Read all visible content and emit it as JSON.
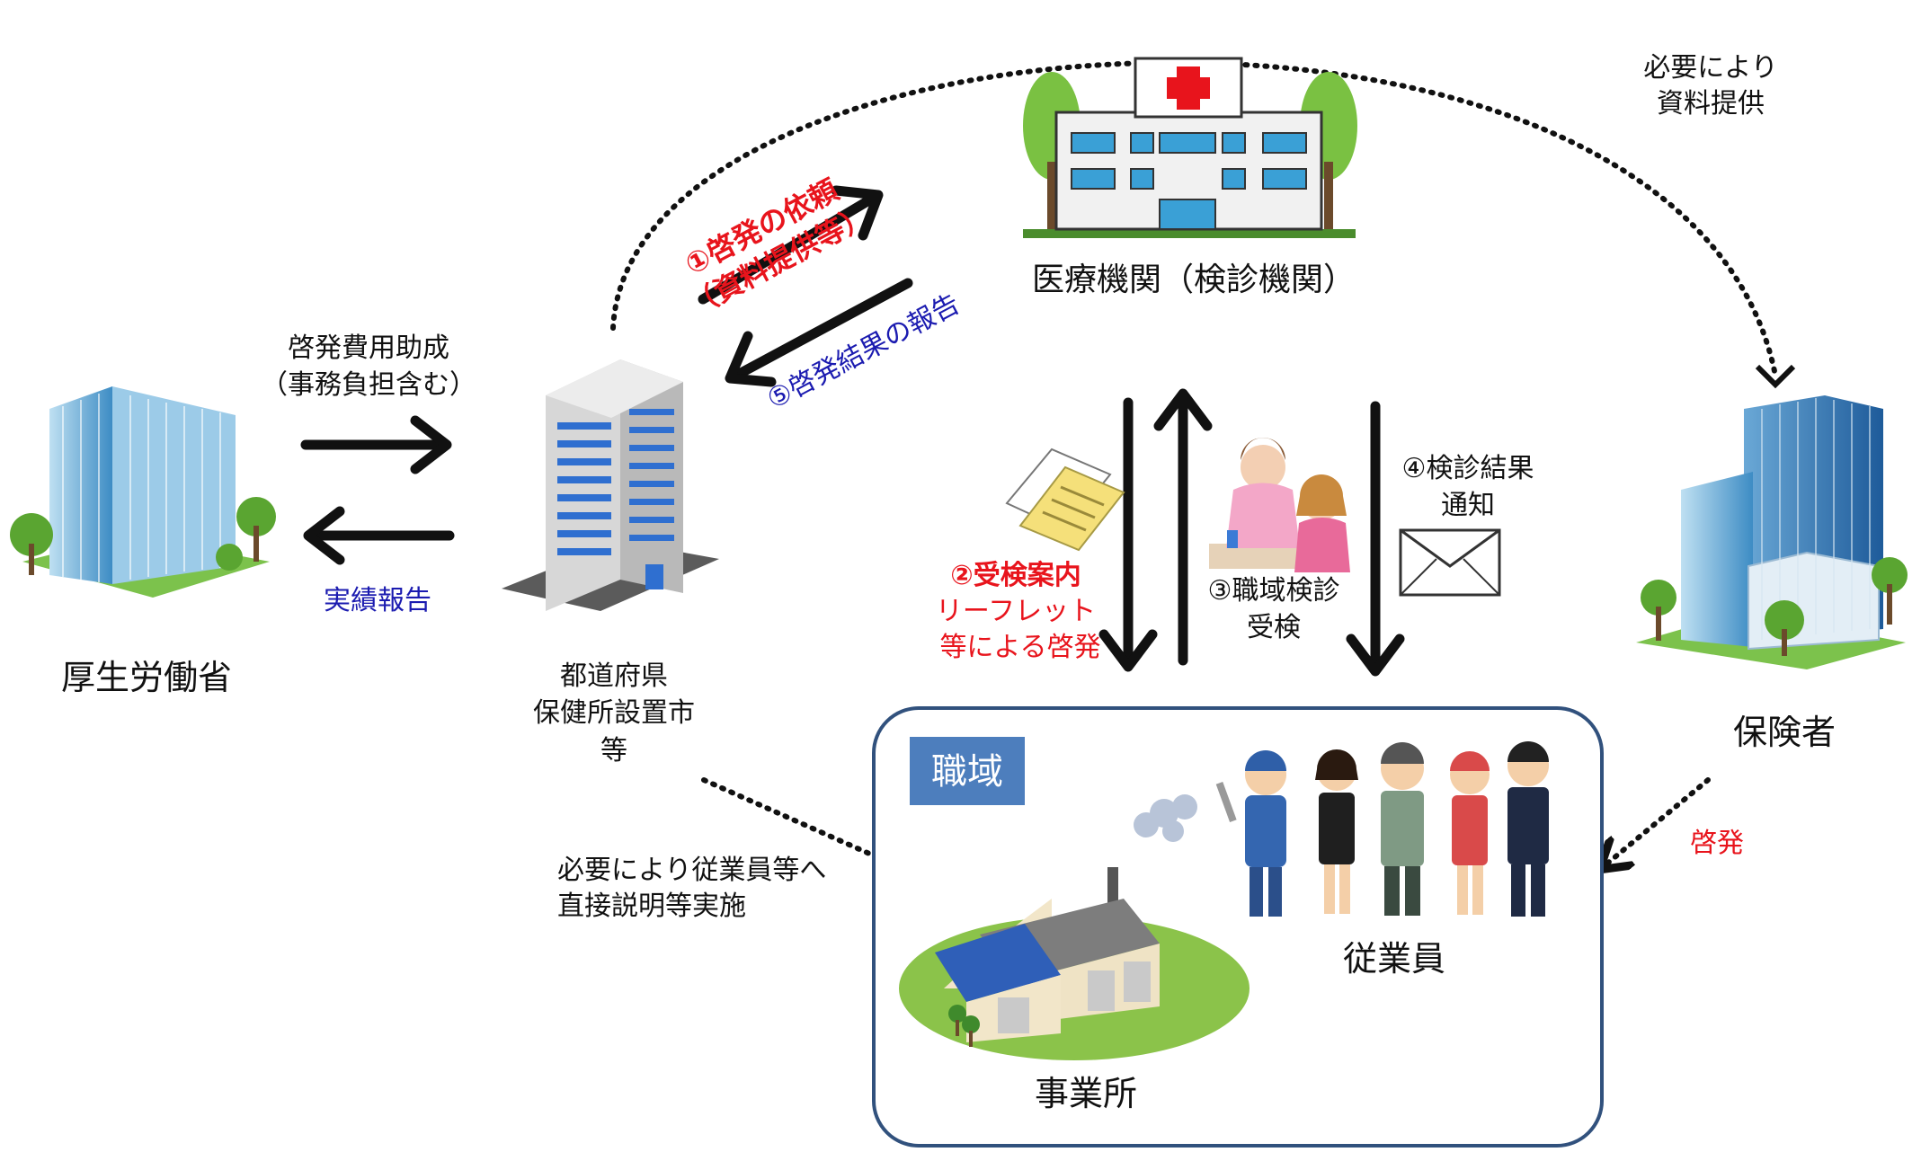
{
  "nodes": {
    "mhlw": {
      "label": "厚生労働省"
    },
    "prefecture": {
      "line1": "都道府県",
      "line2": "保健所設置市",
      "line3": "等"
    },
    "hospital": {
      "label": "医療機関（検診機関）"
    },
    "insurer": {
      "label": "保険者"
    },
    "workplace": {
      "badge": "職域"
    },
    "office": {
      "label": "事業所"
    },
    "employees": {
      "label": "従業員"
    }
  },
  "flows": {
    "subsidy": {
      "line1": "啓発費用助成",
      "line2": "（事務負担含む）"
    },
    "performance_report": {
      "label": "実績報告"
    },
    "request": {
      "line1": "①啓発の依頼",
      "line2": "（資料提供等）"
    },
    "result_report": {
      "label": "⑤啓発結果の報告"
    },
    "guidance": {
      "line1": "②受検案内",
      "line2": "リーフレット",
      "line3": "等による啓発"
    },
    "screening": {
      "line1": "③職域検診",
      "line2": "受検"
    },
    "result_notice": {
      "line1": "④検診結果",
      "line2": "通知"
    },
    "insurer_materials": {
      "line1": "必要により",
      "line2": "資料提供"
    },
    "direct_explain": {
      "line1": "必要により従業員等へ",
      "line2": "直接説明等実施"
    },
    "insurer_awareness": {
      "label": "啓発"
    }
  },
  "colors": {
    "red": "#e8141c",
    "blue": "#1b1bb0",
    "frame": "#31517d",
    "badge": "#4d7ebd"
  }
}
